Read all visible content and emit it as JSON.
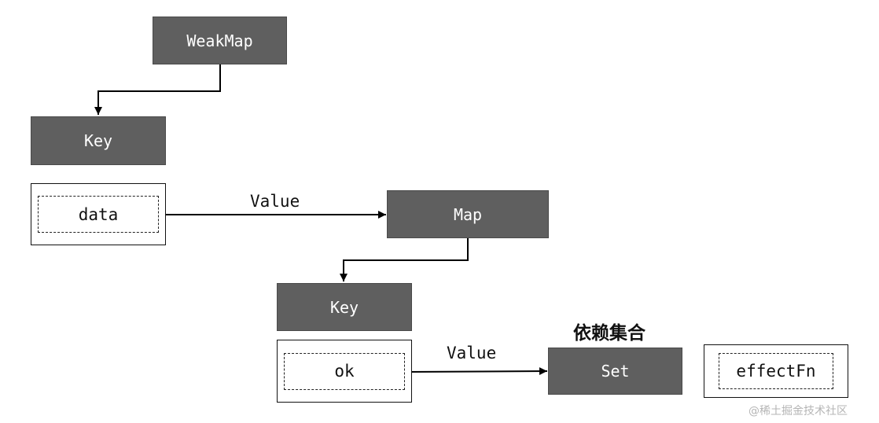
{
  "nodes": {
    "weakmap": "WeakMap",
    "key1": "Key",
    "data": "data",
    "map": "Map",
    "key2": "Key",
    "ok": "ok",
    "set": "Set",
    "effect_fn": "effectFn"
  },
  "edges": {
    "value1": "Value",
    "value2": "Value"
  },
  "set_heading": "依赖集合",
  "watermark": "@稀土掘金技术社区"
}
